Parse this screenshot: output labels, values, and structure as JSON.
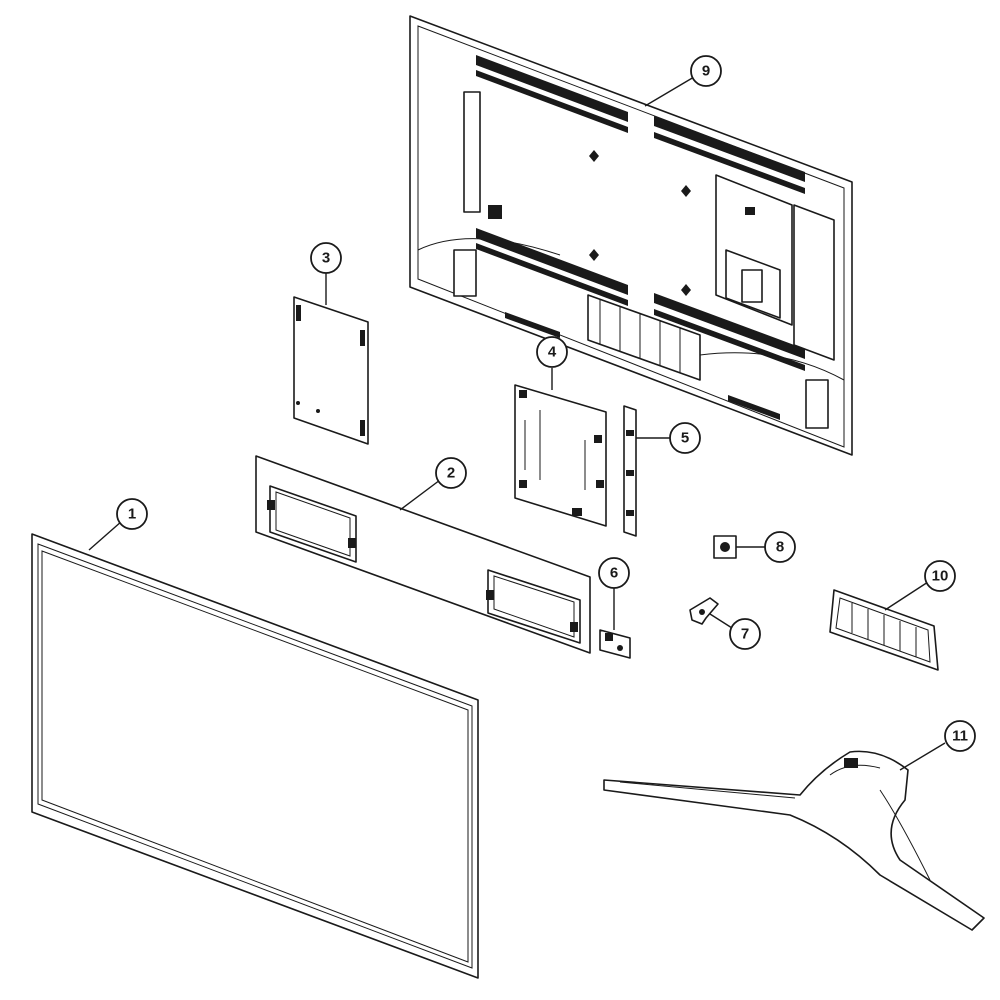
{
  "diagram": {
    "colors": {
      "line": "#1a1a1a",
      "background": "#ffffff"
    },
    "callouts": [
      {
        "id": "p1",
        "number": "1"
      },
      {
        "id": "p2",
        "number": "2"
      },
      {
        "id": "p3",
        "number": "3"
      },
      {
        "id": "p4",
        "number": "4"
      },
      {
        "id": "p5",
        "number": "5"
      },
      {
        "id": "p6",
        "number": "6"
      },
      {
        "id": "p7",
        "number": "7"
      },
      {
        "id": "p8",
        "number": "8"
      },
      {
        "id": "p9",
        "number": "9"
      },
      {
        "id": "p10",
        "number": "10"
      },
      {
        "id": "p11",
        "number": "11"
      }
    ]
  }
}
